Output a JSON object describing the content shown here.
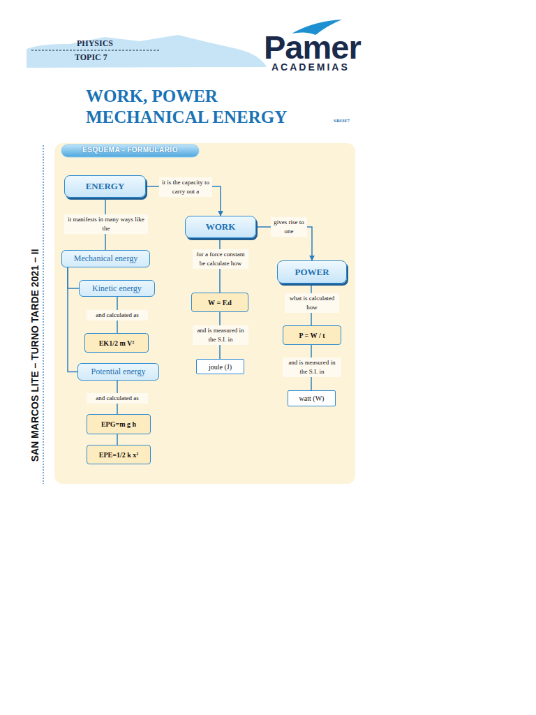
{
  "diagram": {
    "title": "WORK, POWER MECHANICAL ENERGY",
    "nodes": [
      {
        "text": [
          "ENERGY"
        ]
      },
      {
        "text": [
          "WORK"
        ]
      },
      {
        "text": [
          "POWER"
        ]
      },
      {
        "text": [
          "Mechanical energy"
        ]
      },
      {
        "text": [
          "Kinetic energy"
        ]
      },
      {
        "text": [
          "EK1/2 m V²"
        ]
      },
      {
        "text": [
          "Potential energy"
        ]
      },
      {
        "text": [
          "EPG=m g h"
        ]
      },
      {
        "text": [
          "EPE=1/2 k x²"
        ]
      },
      {
        "text": [
          "W = F.d"
        ]
      },
      {
        "text": [
          "joule (J)"
        ]
      },
      {
        "text": [
          "P = W / t"
        ]
      },
      {
        "text": [
          "watt (W)"
        ]
      }
    ],
    "edges": [
      {
        "from": 0,
        "to": 1,
        "arrow": "to",
        "label": "it is the capacity to carry out a"
      },
      {
        "from": 1,
        "to": 2,
        "arrow": "to",
        "label": "gives rise to one"
      },
      {
        "from": 0,
        "to": 3,
        "arrow": "none",
        "label": "it manifests in many ways like the"
      },
      {
        "from": 3,
        "to": 4,
        "arrow": "none"
      },
      {
        "from": 3,
        "to": 6,
        "arrow": "none"
      },
      {
        "from": 4,
        "to": 5,
        "arrow": "none",
        "label": "and calculated as"
      },
      {
        "from": 6,
        "to": 7,
        "arrow": "none",
        "label": "and calculated as"
      },
      {
        "from": 7,
        "to": 8,
        "arrow": "none"
      },
      {
        "from": 1,
        "to": 9,
        "arrow": "none",
        "label": "for a force constant be calculate how"
      },
      {
        "from": 9,
        "to": 10,
        "arrow": "none",
        "label": "and is measured in the S.I. in"
      },
      {
        "from": 2,
        "to": 11,
        "arrow": "none",
        "label": "what is calculated how"
      },
      {
        "from": 11,
        "to": 12,
        "arrow": "none",
        "label": "and is measured in the S.I. in"
      }
    ],
    "labels": [
      "PHYSICS",
      "TOPIC 7",
      "Pamer",
      "ACADEMIAS",
      "SRI3F7",
      "ESQUEMA - FORMULARIO",
      "SAN MARCOS LITE – TURNO TARDE 2021 – II"
    ]
  }
}
